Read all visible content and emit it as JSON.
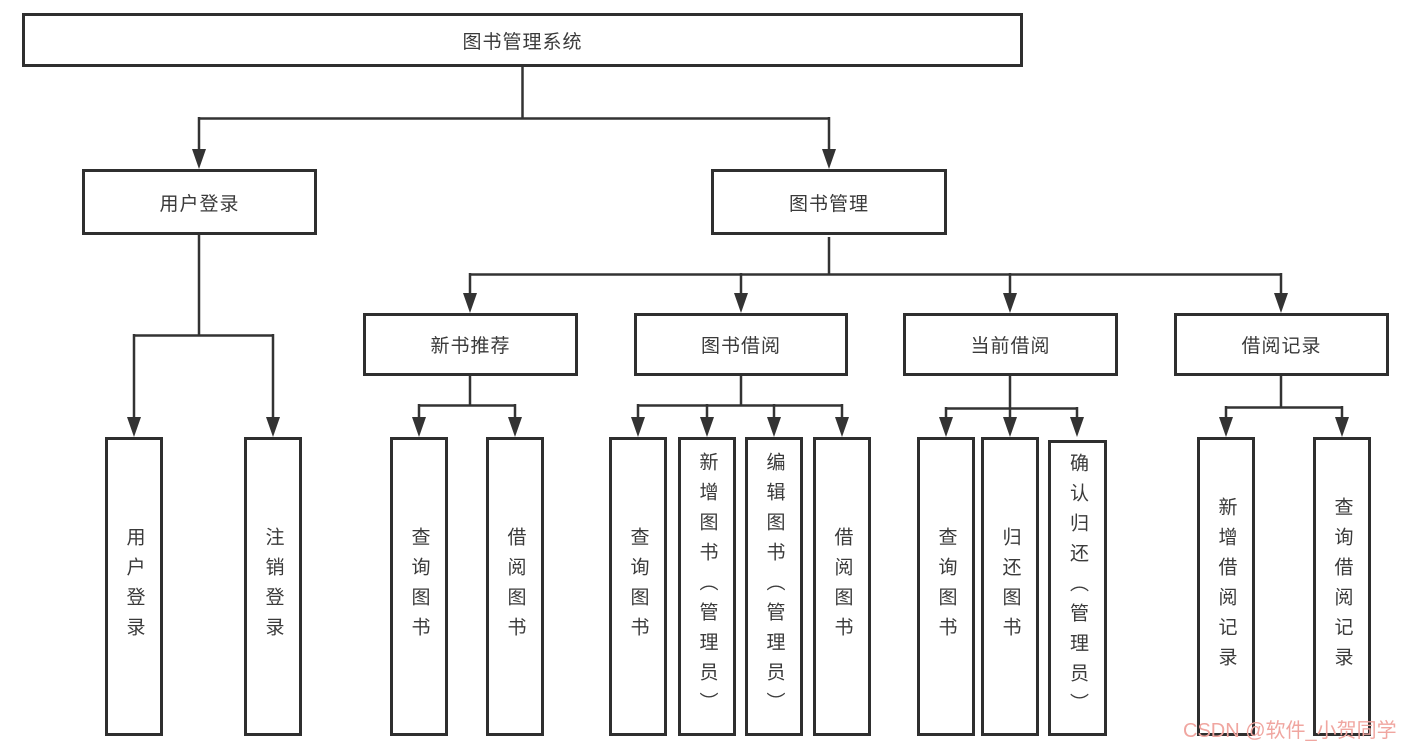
{
  "tree": {
    "label": "图书管理系统",
    "children": [
      {
        "label": "用户登录",
        "children": [
          {
            "label": "用户登录"
          },
          {
            "label": "注销登录"
          }
        ]
      },
      {
        "label": "图书管理",
        "children": [
          {
            "label": "新书推荐",
            "children": [
              {
                "label": "查询图书"
              },
              {
                "label": "借阅图书"
              }
            ]
          },
          {
            "label": "图书借阅",
            "children": [
              {
                "label": "查询图书"
              },
              {
                "label": "新增图书（管理员）"
              },
              {
                "label": "编辑图书（管理员）"
              },
              {
                "label": "借阅图书"
              }
            ]
          },
          {
            "label": "当前借阅",
            "children": [
              {
                "label": "查询图书"
              },
              {
                "label": "归还图书"
              },
              {
                "label": "确认归还（管理员）"
              }
            ]
          },
          {
            "label": "借阅记录",
            "children": [
              {
                "label": "新增借阅记录"
              },
              {
                "label": "查询借阅记录"
              }
            ]
          }
        ]
      }
    ]
  },
  "watermark": {
    "text": "CSDN @软件_小贺同学"
  },
  "colors": {
    "line": "#333333",
    "border": "#2f2f2f",
    "text": "#3a3a3a",
    "background": "#ffffff",
    "watermark": "#f0a6a0"
  }
}
